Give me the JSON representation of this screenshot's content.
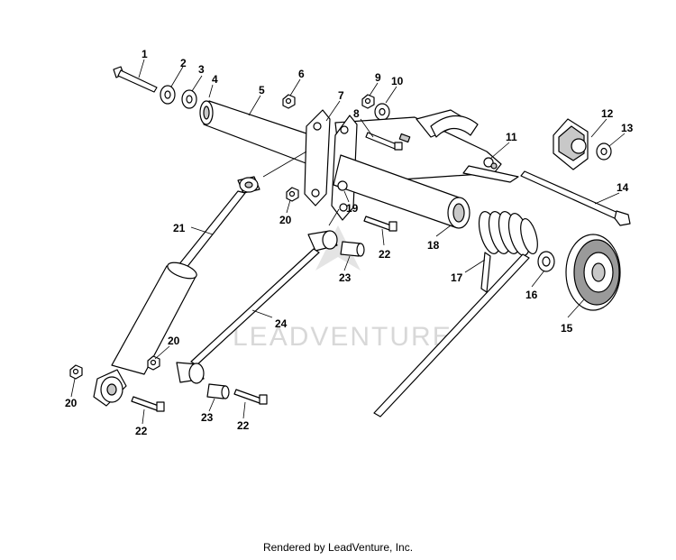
{
  "callouts": [
    {
      "id": "1"
    },
    {
      "id": "2"
    },
    {
      "id": "3"
    },
    {
      "id": "4"
    },
    {
      "id": "5"
    },
    {
      "id": "6"
    },
    {
      "id": "7"
    },
    {
      "id": "8"
    },
    {
      "id": "9"
    },
    {
      "id": "10"
    },
    {
      "id": "11"
    },
    {
      "id": "12"
    },
    {
      "id": "13"
    },
    {
      "id": "14"
    },
    {
      "id": "15"
    },
    {
      "id": "16"
    },
    {
      "id": "17"
    },
    {
      "id": "18"
    },
    {
      "id": "19"
    },
    {
      "id": "20"
    },
    {
      "id": "20"
    },
    {
      "id": "20"
    },
    {
      "id": "21"
    },
    {
      "id": "22"
    },
    {
      "id": "22"
    },
    {
      "id": "22"
    },
    {
      "id": "23"
    },
    {
      "id": "23"
    },
    {
      "id": "24"
    }
  ],
  "watermark": "LEADVENTURE",
  "footer": "Rendered by LeadVenture, Inc."
}
